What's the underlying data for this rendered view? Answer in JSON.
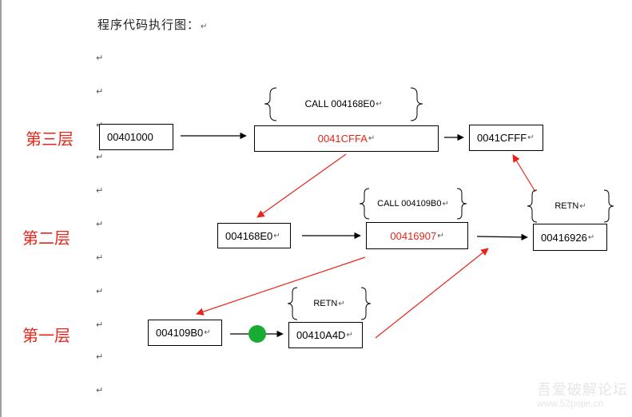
{
  "title": "程序代码执行图：",
  "paragraph_mark": "↵",
  "colors": {
    "red": "#e8251a",
    "black": "#000000",
    "green_dot": "#1aab35"
  },
  "levels": {
    "level3": "第三层",
    "level2": "第二层",
    "level1": "第一层"
  },
  "nodes": {
    "n00401000": "00401000",
    "n0041CFFA": "0041CFFA",
    "n0041CFFF": "0041CFFF",
    "n004168E0": "004168E0",
    "n00416907": "00416907",
    "n00416926": "00416926",
    "n004109B0": "004109B0",
    "n00410A4D": "00410A4D"
  },
  "annotations": {
    "call_004168E0": "CALL    004168E0",
    "call_004109B0": "CALL 004109B0",
    "retn_upper": "RETN",
    "retn_lower": "RETN"
  },
  "watermark": {
    "line1": "吾爱破解论坛",
    "line2": "www.52pojie.cn"
  }
}
